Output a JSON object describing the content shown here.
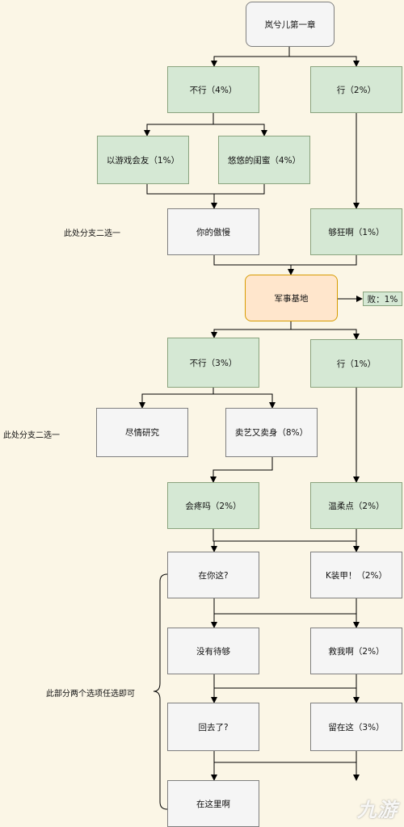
{
  "nodes": {
    "start": "岚兮儿第一章",
    "no_4": "不行（4%）",
    "yes_2": "行（2%）",
    "game_friends": "以游戏会友（1%）",
    "leisurely_bestie": "悠悠的闺蜜（4%）",
    "your_arrogance": "你的傲慢",
    "crazy_enough": "够狂啊（1%）",
    "military_base": "军事基地",
    "defeat": "败：1%",
    "no_3": "不行（3%）",
    "yes_1": "行（1%）",
    "research": "尽情研究",
    "sell_art": "卖艺又卖身（8%）",
    "will_hurt": "会疼吗（2%）",
    "gentle": "温柔点（2%）",
    "at_yours": "在你这?",
    "k_armor": "K装甲！（2%）",
    "not_enough": "没有待够",
    "save_me": "救我啊（2%）",
    "going_back": "回去了?",
    "stay_here": "留在这（3%）",
    "right_here": "在这里啊"
  },
  "notes": {
    "choose_one_1": "此处分支二选一",
    "choose_one_2": "此处分支二选一",
    "either_option": "此部分两个选项任选即可"
  },
  "watermark": "九游",
  "colors": {
    "background": "#fbf6e6",
    "green_fill": "#d5e8d4",
    "gray_fill": "#f5f5f5",
    "orange_fill": "#ffe6cc",
    "line": "#000000"
  }
}
